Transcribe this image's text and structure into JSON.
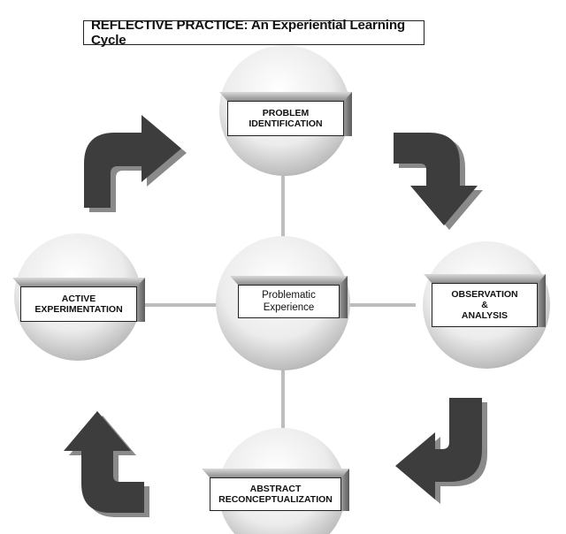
{
  "title": "REFLECTIVE PRACTICE: An Experiential Learning Cycle",
  "nodes": {
    "top": "PROBLEM\nIDENTIFICATION",
    "right": "OBSERVATION\n&\nANALYSIS",
    "bottom": "ABSTRACT\nRECONCEPTUALIZATION",
    "left": "ACTIVE\nEXPERIMENTATION",
    "center": "Problematic\nExperience"
  },
  "colors": {
    "arrow_dark": "#3d3d3d",
    "arrow_shadow": "#8a8a8a",
    "circle_light": "#ffffff",
    "circle_dark": "#9a9a9a",
    "connector": "#bdbdbd"
  }
}
